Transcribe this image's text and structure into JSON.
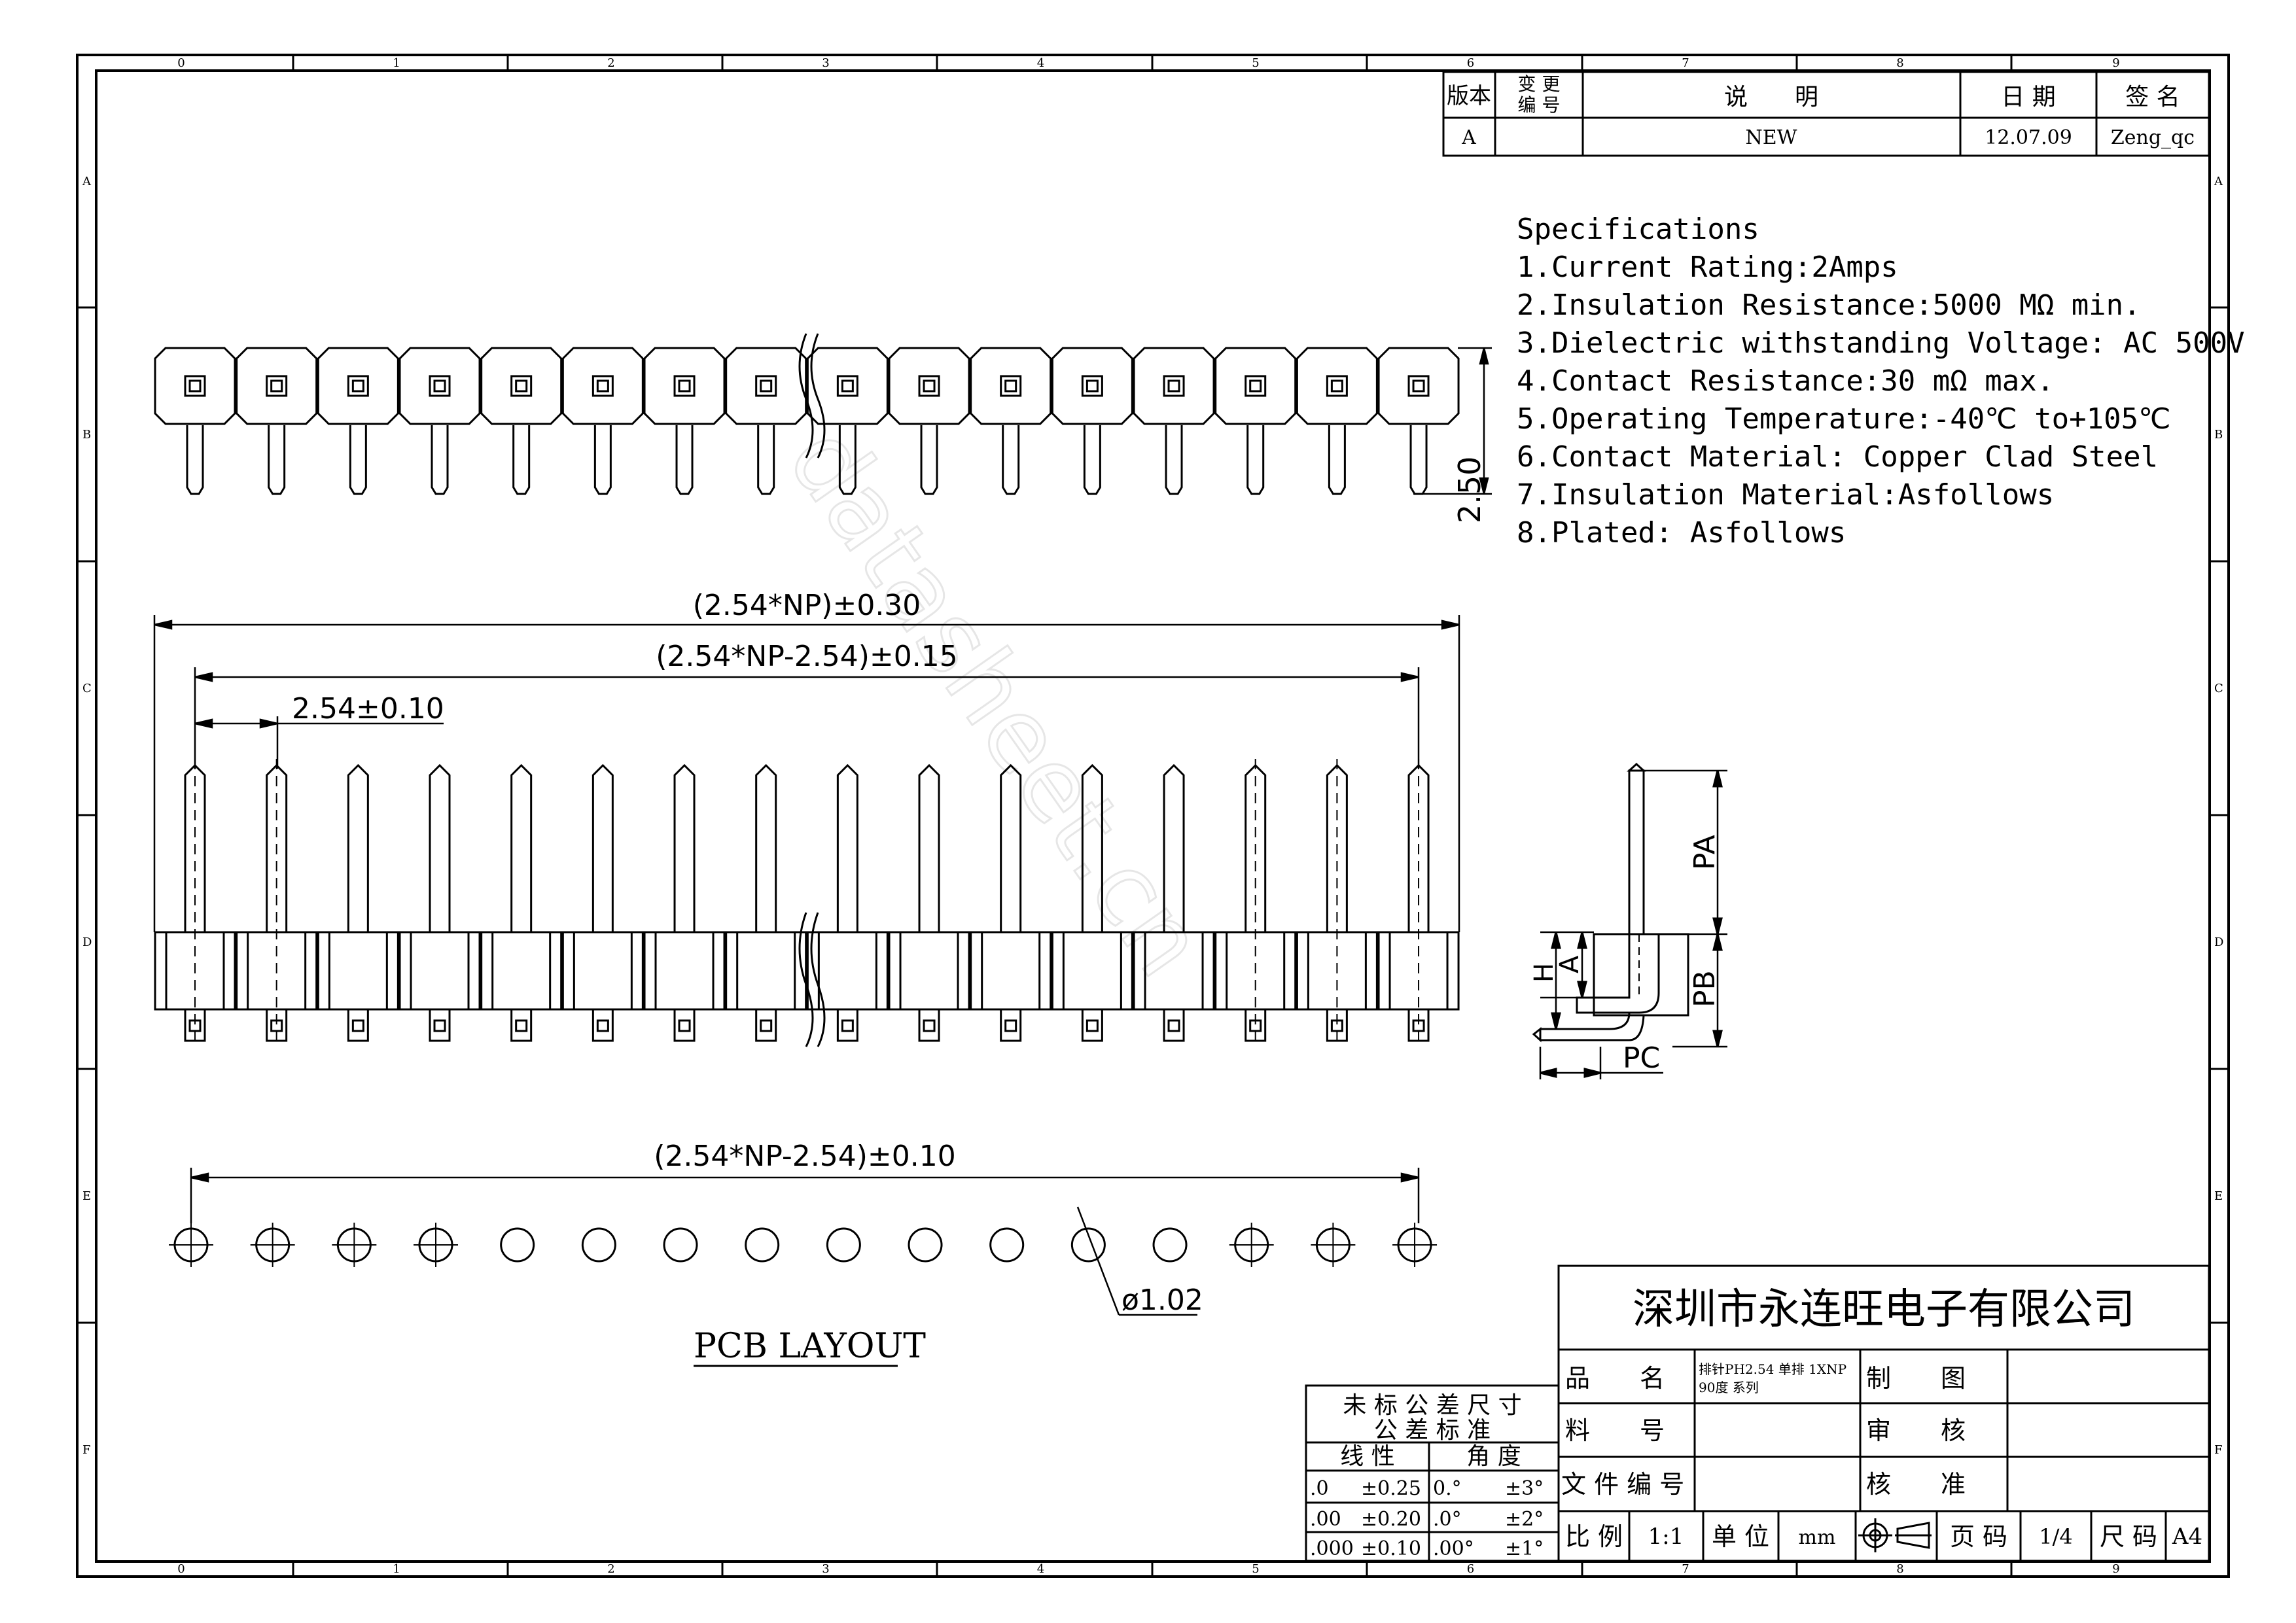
{
  "border": {
    "top_numbers": [
      "0",
      "1",
      "2",
      "3",
      "4",
      "5",
      "6",
      "7",
      "8",
      "9"
    ],
    "side_letters": [
      "A",
      "B",
      "C",
      "D",
      "E",
      "F"
    ]
  },
  "revision_block": {
    "headers": {
      "version": "版本",
      "change_no_1": "变 更",
      "change_no_2": "编 号",
      "description": "说　　明",
      "date": "日 期",
      "signature": "签 名"
    },
    "row": {
      "version": "A",
      "change_no": "",
      "description": "NEW",
      "date": "12.07.09",
      "signature": "Zeng_qc"
    }
  },
  "specifications": {
    "title": "Specifications",
    "items": [
      "1.Current Rating:2Amps",
      "2.Insulation Resistance:5000 MΩ min.",
      "3.Dielectric withstanding Voltage: AC 500V",
      "4.Contact Resistance:30 mΩ max.",
      "5.Operating Temperature:-40℃ to+105℃",
      "6.Contact Material: Copper Clad Steel",
      "7.Insulation Material:Asfollows",
      "8.Plated: Asfollows"
    ]
  },
  "dimensions": {
    "top_height": "2.50",
    "overall_length": "(2.54*NP)±0.30",
    "pitch_span": "(2.54*NP-2.54)±0.15",
    "pitch": "2.54±0.10",
    "pcb_span": "(2.54*NP-2.54)±0.10",
    "hole_diameter": "ø1.02",
    "side_pa": "PA",
    "side_pb": "PB",
    "side_pc": "PC",
    "side_h": "H",
    "side_a": "A"
  },
  "pcb_layout_label": "PCB LAYOUT",
  "tolerance_block": {
    "title_1": "未 标 公 差 尺 寸",
    "title_2": "公 差 标 准",
    "col_linear": "线 性",
    "col_angle": "角 度",
    "rows": [
      {
        "lin": ".0",
        "lin_tol": "±0.25",
        "ang": "0.°",
        "ang_tol": "±3°"
      },
      {
        "lin": ".00",
        "lin_tol": "±0.20",
        "ang": ".0°",
        "ang_tol": "±2°"
      },
      {
        "lin": ".000",
        "lin_tol": "±0.10",
        "ang": ".00°",
        "ang_tol": "±1°"
      }
    ]
  },
  "title_block": {
    "company": "深圳市永连旺电子有限公司",
    "name_label": "品　　名",
    "name_value_1": "排针PH2.54 单排 1XNP",
    "name_value_2": "90度 系列",
    "part_no_label": "料　　号",
    "part_no_value": "",
    "file_no_label": "文 件 编 号",
    "file_no_value": "",
    "drawn_label": "制　　图",
    "checked_label": "审　　核",
    "approved_label": "核　　准",
    "scale_label": "比 例",
    "scale_value": "1:1",
    "unit_label": "单 位",
    "unit_value": "mm",
    "page_label": "页 码",
    "page_value": "1/4",
    "size_label": "尺 码",
    "size_value": "A4"
  },
  "watermark": "datasheet.cn"
}
